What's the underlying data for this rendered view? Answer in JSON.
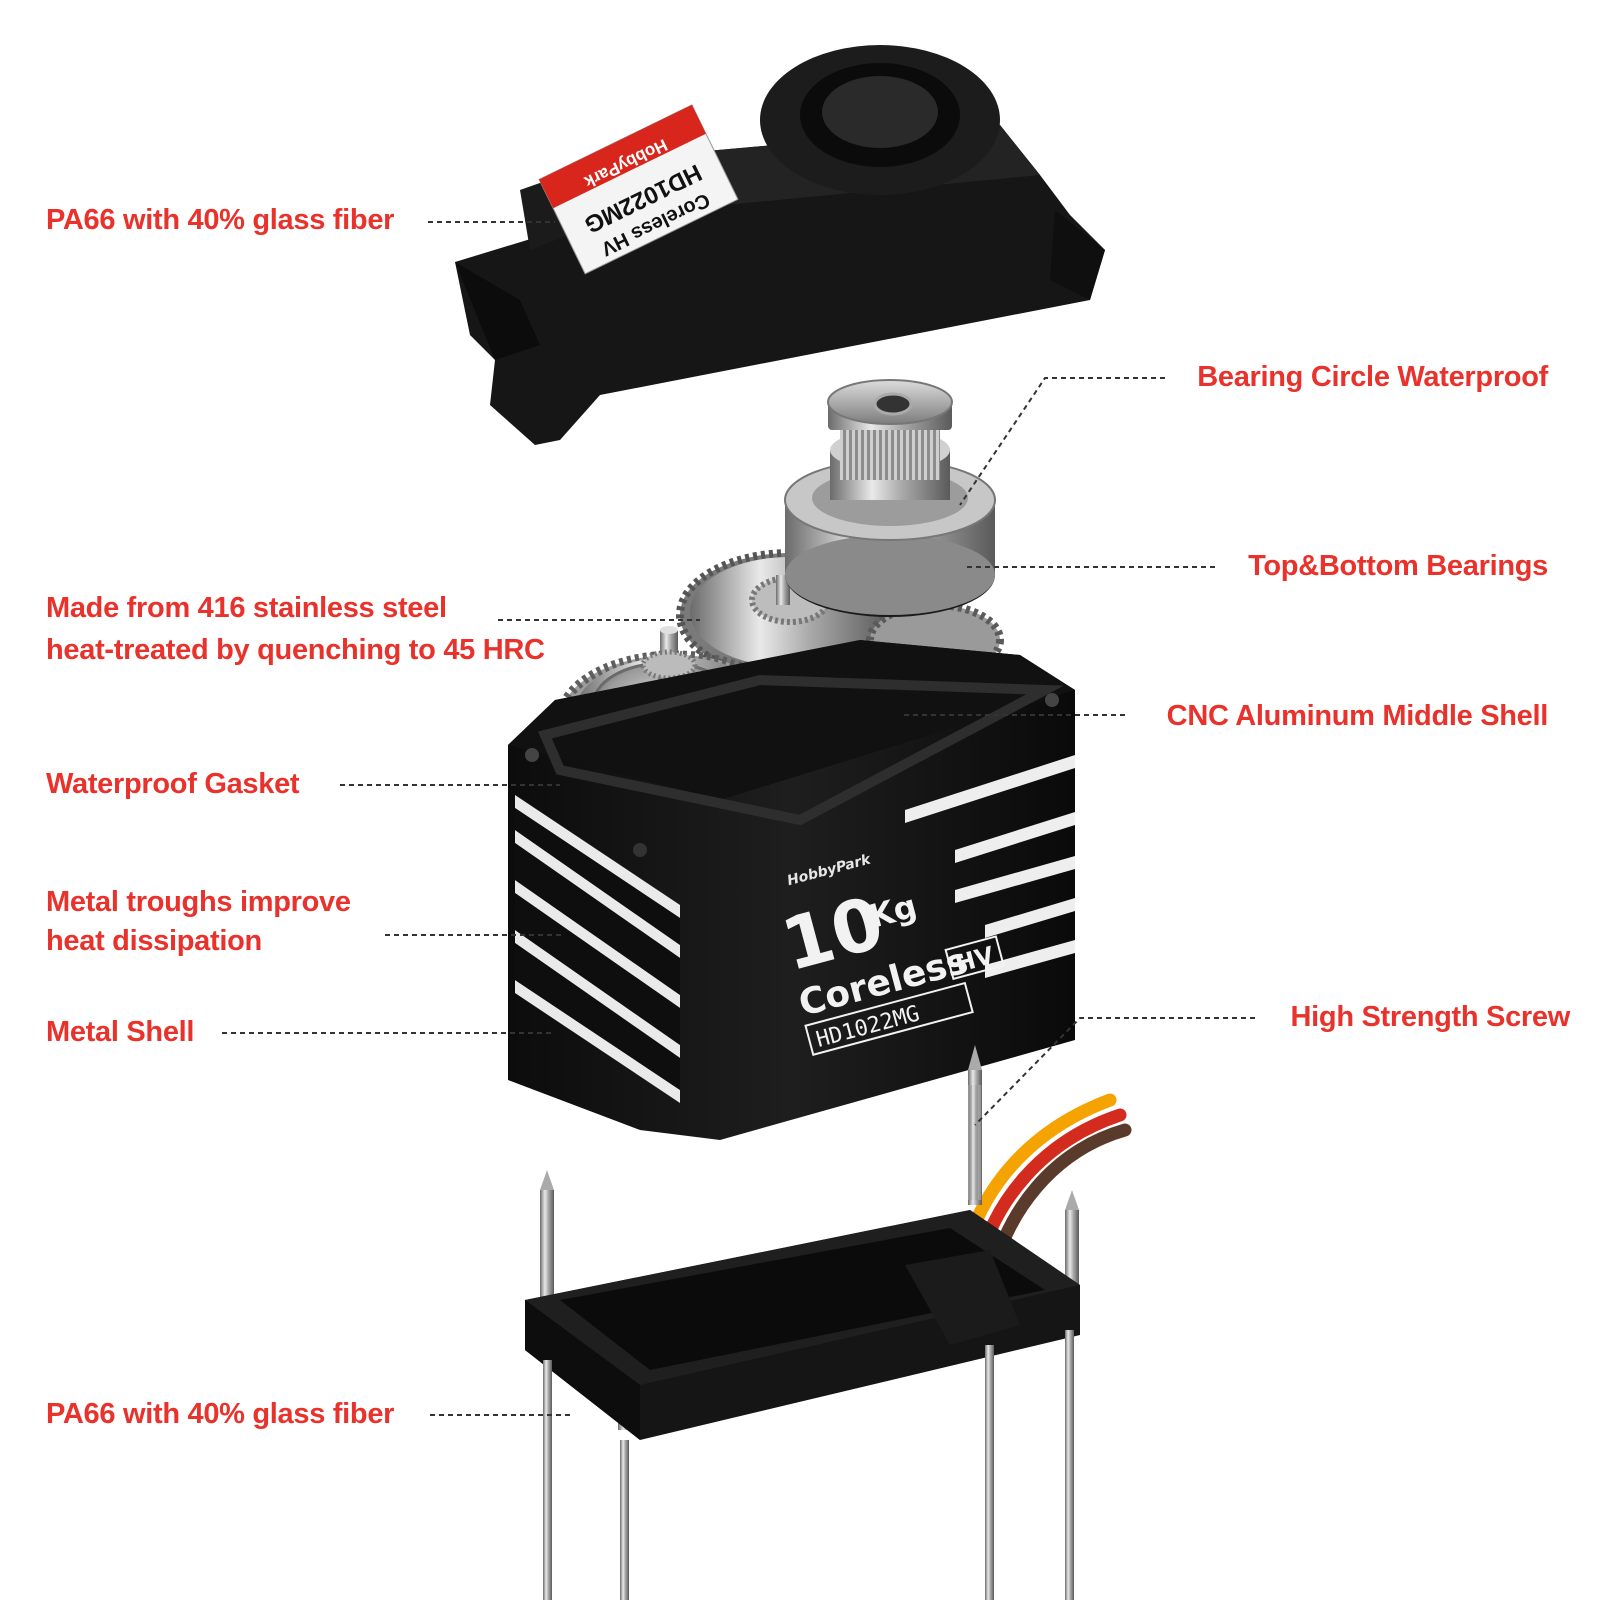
{
  "colors": {
    "accent": "#e8322b",
    "body": "#111111",
    "leader": "#333333"
  },
  "callouts": {
    "top_cover": "PA66 with 40% glass fiber",
    "bearing_waterproof": "Bearing Circle Waterproof",
    "bearings": "Top&Bottom Bearings",
    "steel_line1": "Made from 416 stainless steel",
    "steel_line2": "heat-treated by quenching to 45 HRC",
    "middle_shell": "CNC Aluminum Middle Shell",
    "gasket": "Waterproof Gasket",
    "troughs_line1": "Metal troughs improve",
    "troughs_line2": "heat dissipation",
    "metal_shell": "Metal Shell",
    "screw": "High Strength Screw",
    "bottom_cover": "PA66 with 40% glass fiber"
  },
  "top_sticker": {
    "brand": "HobbyPark",
    "model": "HD1022MG",
    "type": "Coreless HV"
  },
  "body_markings": {
    "brand": "HobbyPark",
    "torque": "10",
    "unit": "Kg",
    "motor": "Coreless",
    "model": "HD1022MG",
    "suffix": "HV"
  }
}
